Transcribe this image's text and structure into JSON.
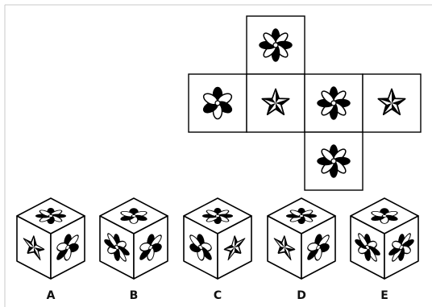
{
  "net": {
    "faces": [
      {
        "id": "top",
        "symbol": "flower-8-alt"
      },
      {
        "id": "row1",
        "symbol": "flower-6-black-dots"
      },
      {
        "id": "row2",
        "symbol": "star-5"
      },
      {
        "id": "row3",
        "symbol": "flower-8-alt"
      },
      {
        "id": "row4",
        "symbol": "star-5"
      },
      {
        "id": "bottom",
        "symbol": "flower-8-alt"
      }
    ]
  },
  "options": [
    {
      "label": "A",
      "top": "flower-8-alt",
      "left": "star-5",
      "right": "flower-6-black"
    },
    {
      "label": "B",
      "top": "flower-6-black",
      "left": "flower-8-alt",
      "right": "flower-6-black"
    },
    {
      "label": "C",
      "top": "flower-8-alt",
      "left": "flower-6-black",
      "right": "star-5"
    },
    {
      "label": "D",
      "top": "flower-8-alt",
      "left": "star-5",
      "right": "flower-6-black"
    },
    {
      "label": "E",
      "top": "flower-6-black",
      "left": "flower-8-alt",
      "right": "flower-8-alt"
    }
  ]
}
